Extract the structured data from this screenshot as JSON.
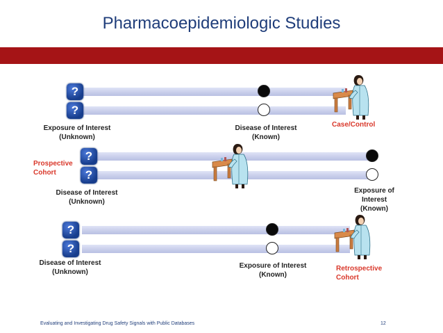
{
  "slide": {
    "title": "Pharmacoepidemiologic Studies",
    "colors": {
      "title": "#1f3d7a",
      "band": "#a51416",
      "accent_label": "#d9372a"
    },
    "footer": "Evaluating and Investigating Drug Safety Signals with Public Databases",
    "page_number": "12"
  },
  "icons": {
    "question": "?",
    "scientist": "scientist-at-desk-icon"
  },
  "rows": {
    "case_control": {
      "left_label": "Exposure of Interest\n(Unknown)",
      "right_label": "Disease of Interest\n(Known)",
      "study_label": "Case/Control"
    },
    "prospective": {
      "study_label": "Prospective\nCohort",
      "left_label": "Disease of Interest\n(Unknown)",
      "right_label": "Exposure of\nInterest\n(Known)"
    },
    "retrospective": {
      "left_label": "Disease of Interest\n(Unknown)",
      "right_label": "Exposure of Interest\n(Known)",
      "study_label": "Retrospective\nCohort"
    }
  }
}
